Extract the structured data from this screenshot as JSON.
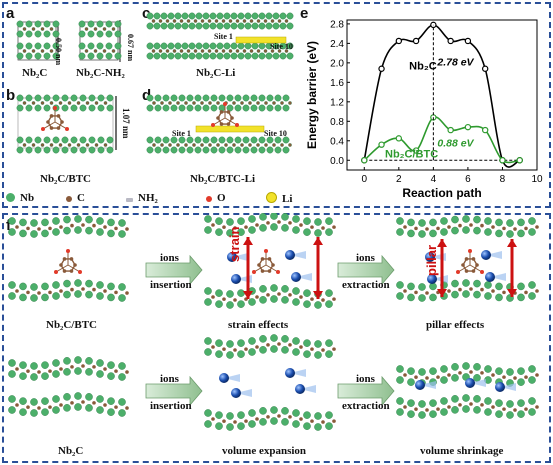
{
  "panel_labels": {
    "a": "a",
    "b": "b",
    "c": "c",
    "d": "d",
    "e": "e",
    "f": "f"
  },
  "captions": {
    "nb2c": "Nb₂C",
    "nb2c_nh2": "Nb₂C-NH₂",
    "nb2c_li": "Nb₂C-Li",
    "nb2c_btc": "Nb₂C/BTC",
    "nb2c_btc_li": "Nb₂C/BTC-Li"
  },
  "dimensions": {
    "a1": "0.50 nm",
    "a2": "0.67 nm",
    "b": "1.07 nm"
  },
  "sites": {
    "c_start": "Site 1",
    "c_end": "Site 10",
    "d_start": "Site 1",
    "d_end": "Site 10"
  },
  "legend": [
    {
      "label": "Nb",
      "color": "#4caf6a"
    },
    {
      "label": "C",
      "color": "#8a5a3a"
    },
    {
      "label": "NH₂",
      "color": "#b9b9c4"
    },
    {
      "label": "O",
      "color": "#e23a2a"
    },
    {
      "label": "Li",
      "color": "#f2e22a"
    }
  ],
  "panel_f": {
    "row1": {
      "left_caption": "Nb₂C/BTC",
      "arrow1_top": "ions",
      "arrow1_bottom": "insertion",
      "middle_caption": "strain effects",
      "arrow2_top": "ions",
      "arrow2_bottom": "extraction",
      "right_caption": "pillar effects",
      "strain_label": "strain",
      "pillar_label": "pillar"
    },
    "row2": {
      "left_caption": "Nb₂C",
      "arrow1_top": "ions",
      "arrow1_bottom": "insertion",
      "middle_caption": "volume expansion",
      "arrow2_top": "ions",
      "arrow2_bottom": "extraction",
      "right_caption": "volume shrinkage"
    }
  },
  "colors": {
    "frame": "#2a4f98",
    "black_series": "#000000",
    "green_series": "#2e9a2e",
    "strain_red": "#cc1111",
    "arrow_green": "#8fbf8f"
  },
  "chart_data": {
    "type": "line",
    "xlabel": "Reaction path",
    "ylabel": "Energy barrier (eV)",
    "xlim": [
      -1,
      10
    ],
    "ylim": [
      -0.2,
      2.88
    ],
    "xticks": [
      0,
      2,
      4,
      6,
      8,
      10
    ],
    "yticks": [
      0.0,
      0.4,
      0.8,
      1.2,
      1.6,
      2.0,
      2.4,
      2.8
    ],
    "series": [
      {
        "name": "Nb₂C",
        "x": [
          0,
          1,
          2,
          3,
          4,
          5,
          6,
          7,
          8,
          9
        ],
        "y": [
          0.0,
          1.88,
          2.45,
          2.45,
          2.78,
          2.45,
          2.45,
          1.88,
          0.0,
          0.0
        ],
        "color": "#000000"
      },
      {
        "name": "Nb₂C/BTC",
        "x": [
          0,
          1,
          2,
          3,
          4,
          5,
          6,
          7,
          8,
          9
        ],
        "y": [
          0.0,
          0.32,
          0.45,
          0.2,
          0.88,
          0.62,
          0.68,
          0.62,
          0.0,
          0.0
        ],
        "color": "#2e9a2e"
      }
    ],
    "annotations": [
      {
        "text": "2.78 eV",
        "x": 4,
        "y": 2.78
      },
      {
        "text": "0.88 eV",
        "x": 4,
        "y": 0.88
      }
    ]
  }
}
